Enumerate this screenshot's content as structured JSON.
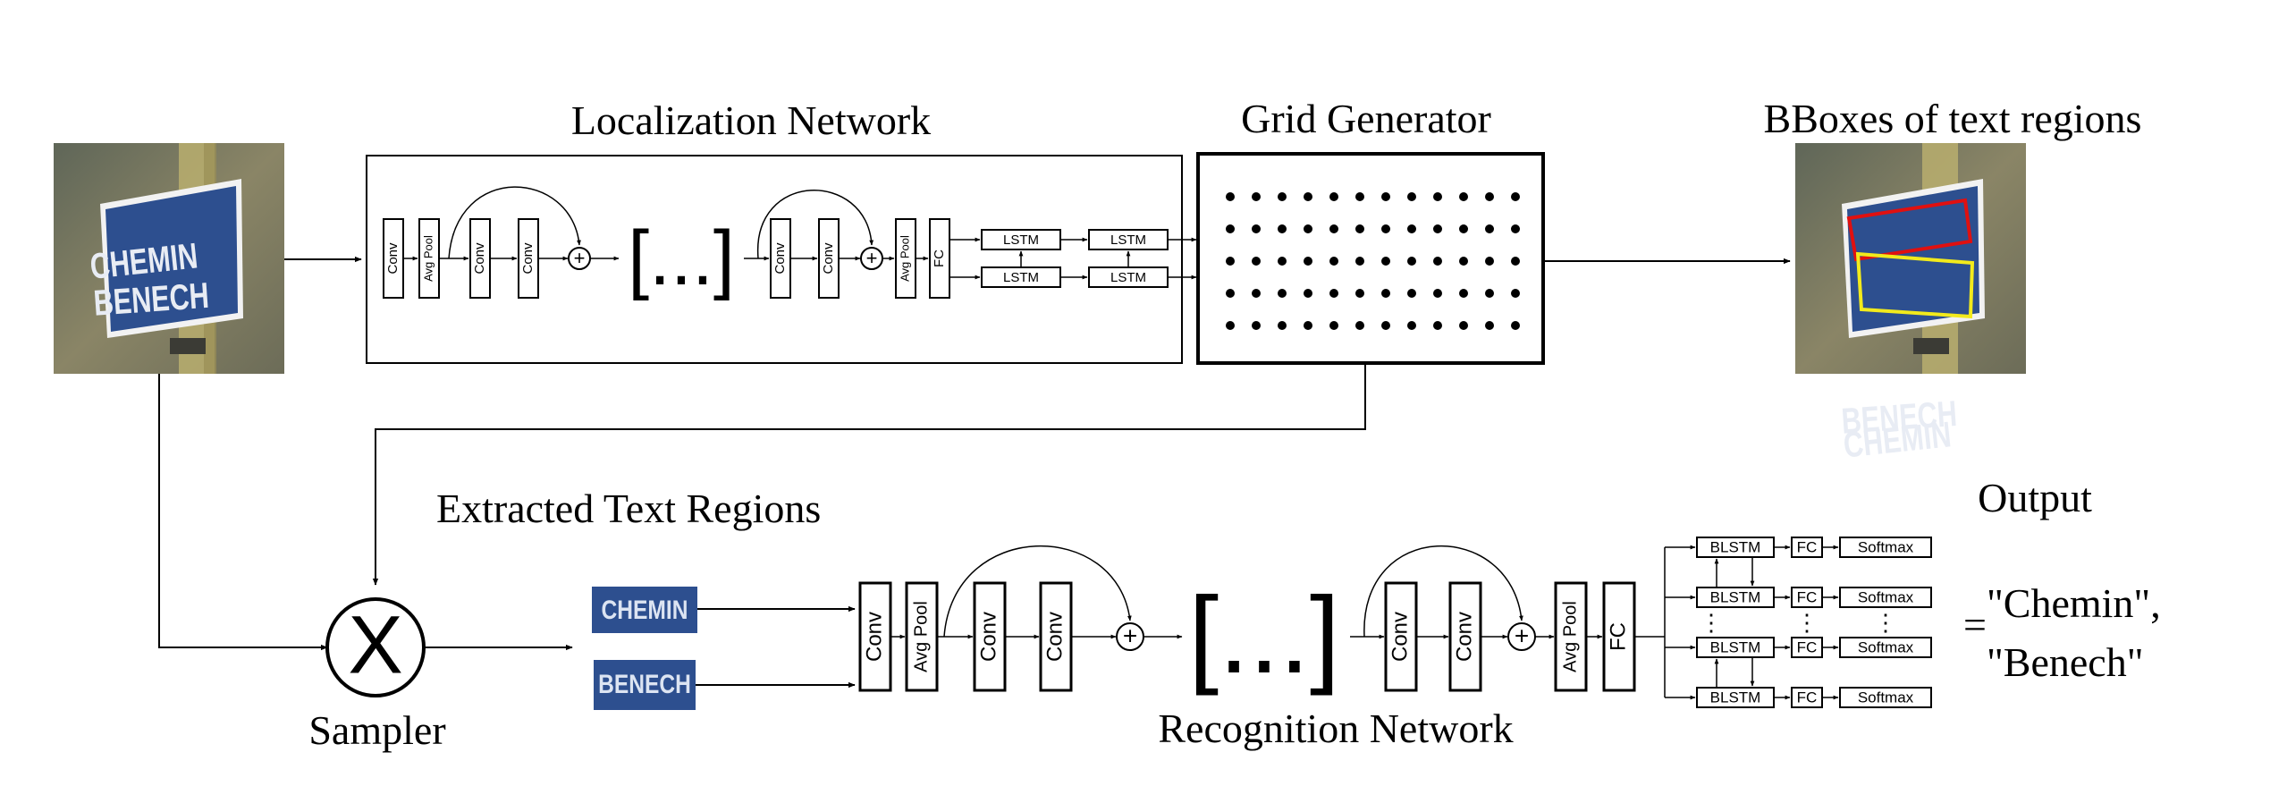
{
  "labels": {
    "localization_network": "Localization Network",
    "grid_generator": "Grid Generator",
    "bboxes_title": "BBoxes of text regions",
    "extracted_text_regions": "Extracted Text Regions",
    "sampler": "Sampler",
    "sampler_symbol": "X",
    "recognition_network": "Recognition Network",
    "output": "Output"
  },
  "sign": {
    "line1": "CHEMIN",
    "line2": "BENECH"
  },
  "layers": {
    "conv": "Conv",
    "avg_pool": "Avg Pool",
    "fc": "FC",
    "lstm": "LSTM",
    "blstm": "BLSTM",
    "softmax": "Softmax",
    "plus": "+",
    "ellipsis": "[...]",
    "dots": "⋮"
  },
  "output_text": {
    "equals": "=",
    "line1": "\"Chemin\",",
    "line2": "\"Benech\""
  },
  "colors": {
    "sign_blue": "#2d4f8f",
    "box_red": "#e01010",
    "box_yellow": "#f2ea1c"
  }
}
